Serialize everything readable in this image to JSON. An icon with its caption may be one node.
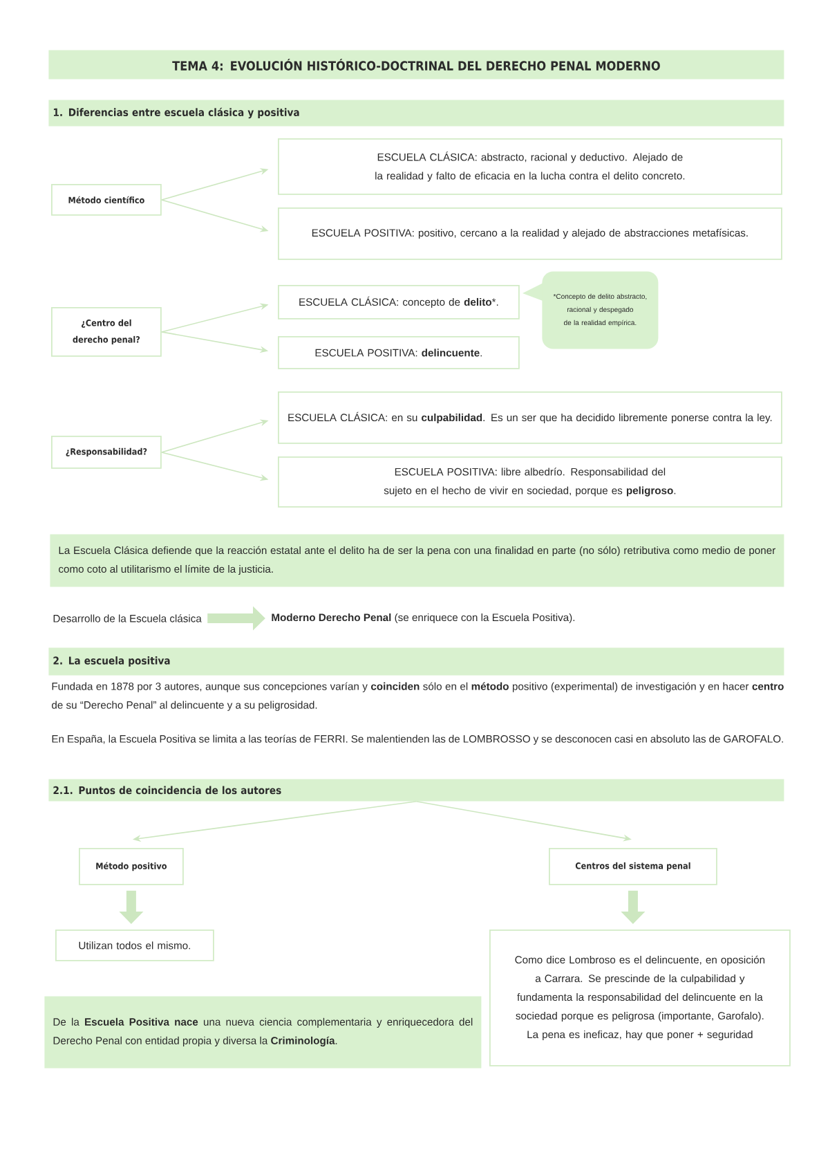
{
  "diagram": {
    "nodes": [
      {
        "text": [
          "TEMA 4: EVOLUCIÓN HISTÓRICO-DOCTRINAL DEL DERECHO PENAL MODERNO"
        ]
      },
      {
        "text": [
          "1. Diferencias entre escuela clásica y positiva"
        ]
      },
      {
        "text": [
          "Método científico"
        ]
      },
      {
        "text": [
          "ESCUELA CLÁSICA: abstracto, racional y deductivo. Alejado de la realidad y falto de eficacia en la lucha contra el delito concreto."
        ]
      },
      {
        "text": [
          "ESCUELA POSITIVA: positivo, cercano a la realidad y alejado de abstracciones metafísicas."
        ]
      },
      {
        "text": [
          "¿Centro del derecho penal?"
        ]
      },
      {
        "text": [
          "ESCUELA CLÁSICA: concepto de **delito***."
        ]
      },
      {
        "text": [
          "ESCUELA POSITIVA: **delincuente**."
        ]
      },
      {
        "text": [
          "*Concepto de delito abstracto, racional y despegado de la realidad empírica."
        ]
      },
      {
        "text": [
          "¿Responsabilidad?"
        ]
      },
      {
        "text": [
          "ESCUELA CLÁSICA: en su **culpabilidad**. Es un ser que ha decidido libremente ponerse contra la ley."
        ]
      },
      {
        "text": [
          "ESCUELA POSITIVA: libre albedrío. Responsabilidad del sujeto en el hecho de vivir en sociedad, porque es **peligroso**."
        ]
      },
      {
        "text": [
          "La Escuela Clásica defiende que la reacción estatal ante el delito ha de ser la pena con una finalidad en parte (no sólo) retributiva como medio de poner como coto al utilitarismo el límite de la justicia."
        ]
      },
      {
        "text": [
          "Desarrollo de la Escuela clásica"
        ]
      },
      {
        "text": [
          "**Moderno Derecho Penal** (se enriquece con la Escuela Positiva)."
        ]
      },
      {
        "text": [
          "2. La escuela positiva"
        ]
      },
      {
        "text": [
          "2.1. Puntos de coincidencia de los autores"
        ]
      },
      {
        "text": [
          "Método positivo"
        ]
      },
      {
        "text": [
          "Centros del sistema penal"
        ]
      },
      {
        "text": [
          "Utilizan todos el mismo."
        ]
      },
      {
        "text": [
          "Como dice Lombroso es el delincuente, en oposición a Carrara. Se prescinde de la culpabilidad y fundamenta la responsabilidad del delincuente en la sociedad porque es peligrosa (importante, Garofalo). La pena es ineficaz, hay que poner + seguridad"
        ]
      },
      {
        "text": [
          "De la **Escuela Positiva nace** una nueva ciencia complementaria y enriquecedora del Derecho Penal con entidad propia y diversa la **Criminología**."
        ]
      }
    ],
    "edges": [
      {
        "from": 2,
        "to": 3,
        "arrow": "to"
      },
      {
        "from": 2,
        "to": 4,
        "arrow": "to"
      },
      {
        "from": 5,
        "to": 6,
        "arrow": "to"
      },
      {
        "from": 5,
        "to": 7,
        "arrow": "to"
      },
      {
        "from": 9,
        "to": 10,
        "arrow": "to"
      },
      {
        "from": 9,
        "to": 11,
        "arrow": "to"
      },
      {
        "from": 13,
        "to": 14,
        "arrow": "to",
        "style": "thick"
      },
      {
        "from": 16,
        "to": 17,
        "arrow": "to"
      },
      {
        "from": 16,
        "to": 18,
        "arrow": "to"
      },
      {
        "from": 17,
        "to": 19,
        "arrow": "to",
        "style": "thick"
      },
      {
        "from": 18,
        "to": 20,
        "arrow": "to",
        "style": "thick"
      }
    ],
    "labels": [
      "Fundada en 1878 por 3 autores, aunque sus concepciones varían y **coinciden** sólo en el **método** positivo (experimental) de investigación y en hacer **centro** de su “Derecho Penal” al delincuente y a su peligrosidad.",
      "En España, la Escuela Positiva se limita a las teorías de FERRI. Se malentienden las de LOMBROSSO y se desconocen casi en absoluto las de GAROFALO."
    ]
  }
}
